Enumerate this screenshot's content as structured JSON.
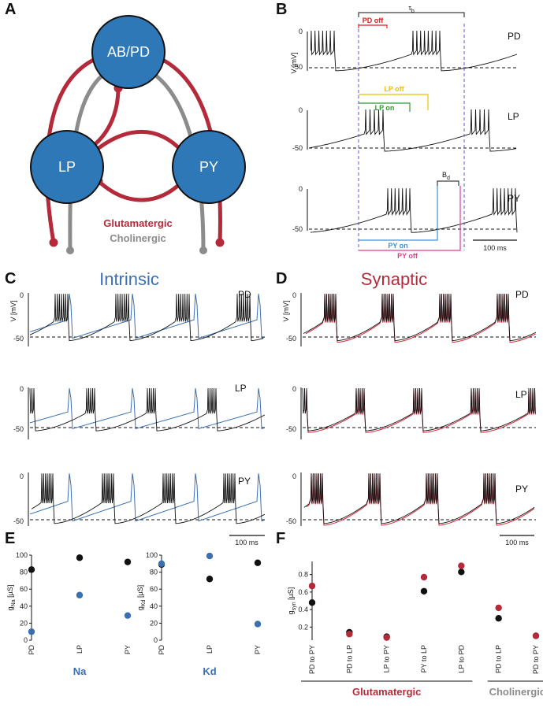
{
  "colors": {
    "blue": "#2e78b7",
    "red": "#b52a3a",
    "grey": "#8c8c8c",
    "black": "#111111",
    "yellow": "#e8c200",
    "green": "#2e9b34",
    "lightblue": "#3d8fd6",
    "pink": "#e03d8c",
    "labred": "#d62020",
    "purple": "#5a5ad8",
    "trace_blue": "#3a6fb0",
    "trace_red": "#d6283c"
  },
  "panels": {
    "A": "A",
    "B": "B",
    "C": "C",
    "D": "D",
    "E": "E",
    "F": "F"
  },
  "panelA": {
    "nodes": [
      "AB/PD",
      "LP",
      "PY"
    ],
    "legend": {
      "glutamatergic": "Glutamatergic",
      "cholinergic": "Cholinergic"
    }
  },
  "panelB": {
    "traces": [
      "PD",
      "LP",
      "PY"
    ],
    "ylabel": "V [mV]",
    "ticks": {
      "zero": "0",
      "minus50": "-50"
    },
    "labels": {
      "pd_off": "PD off",
      "tau": "τ",
      "tau_sub": "b",
      "lp_off": "LP off",
      "lp_on": "LP on",
      "burst": "B",
      "burst_sub": "d",
      "py_on": "PY on",
      "py_off": "PY off"
    },
    "scalebar": "100 ms"
  },
  "panelC": {
    "title": "Intrinsic",
    "traces": [
      "PD",
      "LP",
      "PY"
    ],
    "ylabel": "V [mV]",
    "ticks": {
      "zero": "0",
      "minus50": "-50"
    },
    "scalebar": "100 ms"
  },
  "panelD": {
    "title": "Synaptic",
    "traces": [
      "PD",
      "LP",
      "PY"
    ],
    "ylabel": "V [mV]",
    "ticks": {
      "zero": "0",
      "minus50": "-50"
    },
    "scalebar": "100 ms"
  },
  "chart_data": [
    {
      "type": "scatter",
      "title": "",
      "xlabel": "Na",
      "ylabel": "gNa [µS]",
      "categories": [
        "PD",
        "LP",
        "PY"
      ],
      "ylim": [
        0,
        100
      ],
      "yticks": [
        0,
        20,
        40,
        60,
        80,
        100
      ],
      "series": [
        {
          "color": "#111111",
          "values": [
            83,
            97,
            92
          ]
        },
        {
          "color": "#3a6fb0",
          "values": [
            10,
            53,
            29
          ]
        }
      ]
    },
    {
      "type": "scatter",
      "title": "",
      "xlabel": "Kd",
      "ylabel": "gKd [µS]",
      "categories": [
        "PD",
        "LP",
        "PY"
      ],
      "ylim": [
        0,
        100
      ],
      "yticks": [
        0,
        20,
        40,
        60,
        80,
        100
      ],
      "series": [
        {
          "color": "#111111",
          "values": [
            89,
            72,
            91
          ]
        },
        {
          "color": "#3a6fb0",
          "values": [
            90,
            99,
            19
          ]
        }
      ]
    },
    {
      "type": "scatter",
      "title": "",
      "xlabel": "",
      "ylabel": "gsyn [µS]",
      "categories": [
        "PD to PY",
        "PD to LP",
        "LP to PY",
        "PY to LP",
        "LP to PD",
        "PD to LP",
        "PD to PY"
      ],
      "groups": [
        {
          "name": "Glutamatergic",
          "span": [
            0,
            4
          ]
        },
        {
          "name": "Cholinergic",
          "span": [
            5,
            6
          ]
        }
      ],
      "ylim": [
        0.05,
        0.95
      ],
      "yticks": [
        0.2,
        0.4,
        0.6,
        0.8
      ],
      "series": [
        {
          "color": "#111111",
          "values": [
            0.48,
            0.14,
            0.09,
            0.61,
            0.83,
            0.3,
            0.1
          ]
        },
        {
          "color": "#b52a3a",
          "values": [
            0.67,
            0.12,
            0.08,
            0.77,
            0.9,
            0.42,
            0.1
          ]
        }
      ]
    }
  ]
}
